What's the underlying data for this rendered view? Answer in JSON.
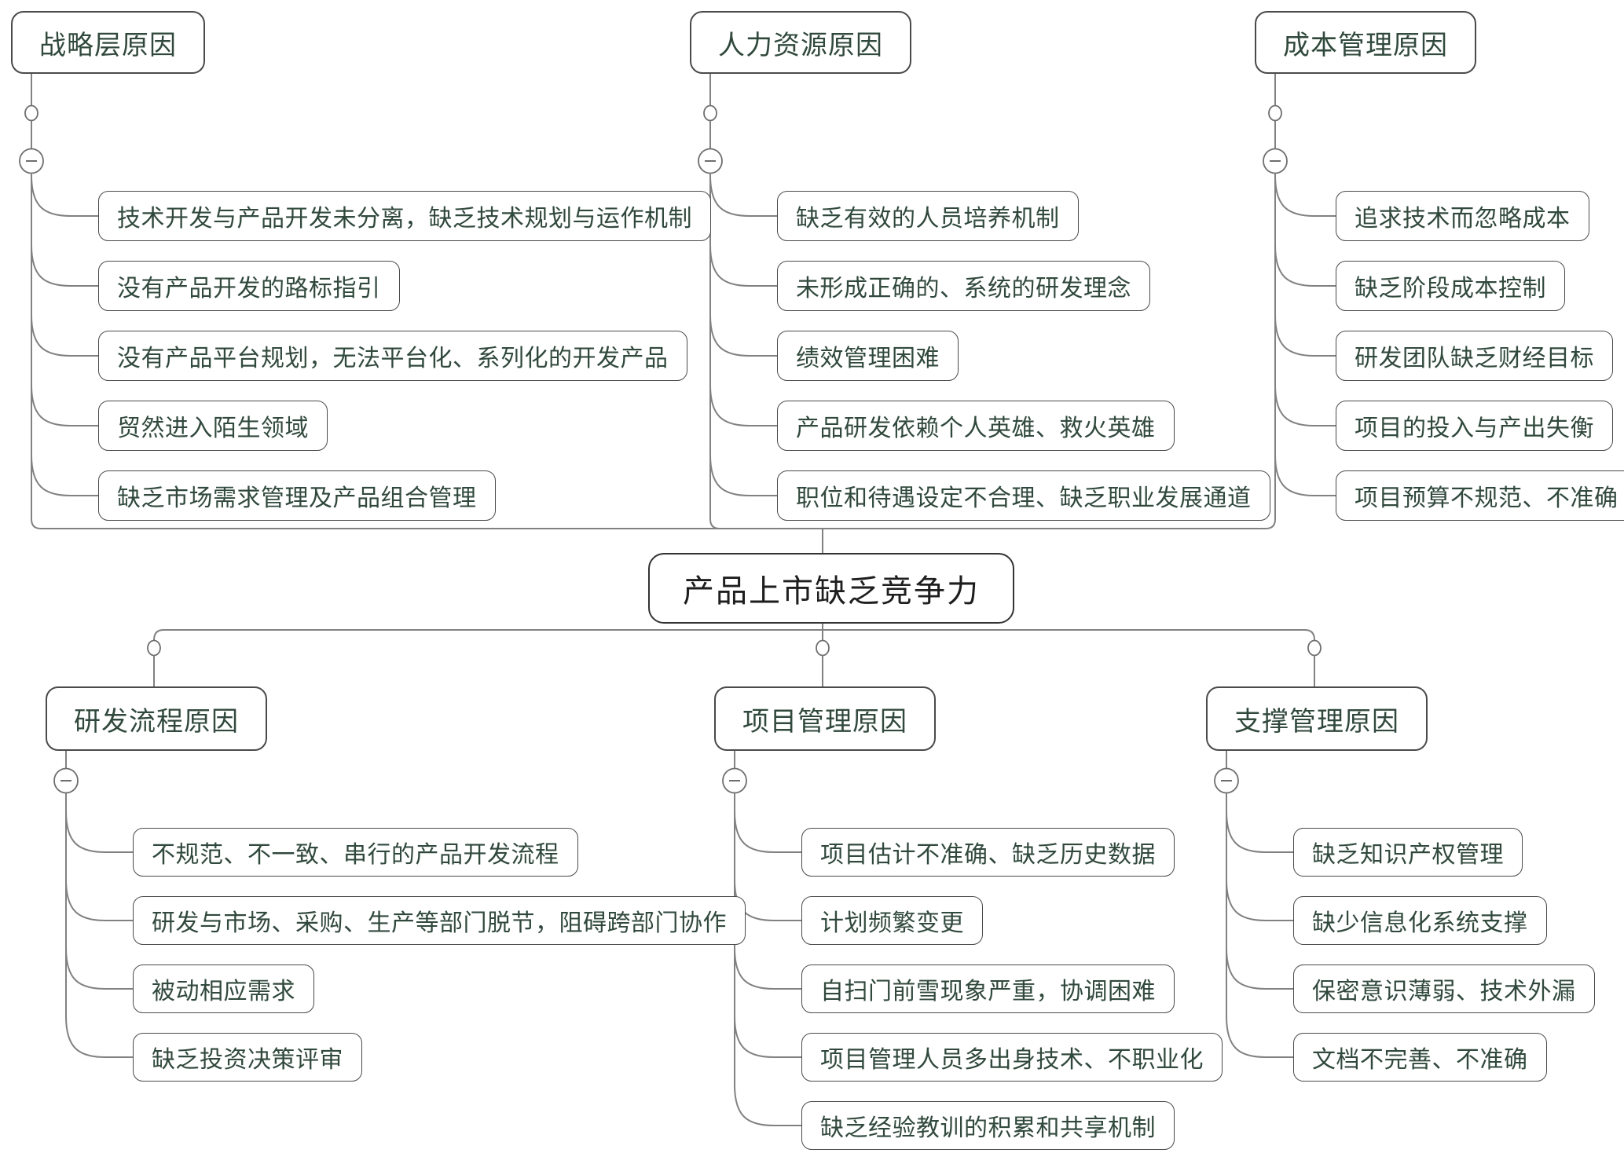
{
  "page": {
    "background": "#ffffff"
  },
  "colors": {
    "node_text": "#31493d",
    "center_text": "#1e1e1e",
    "node_border": "#4a4a4a",
    "center_border": "#333333",
    "line": "#818181",
    "circle_stroke": "#6e6e6e",
    "circle_fill": "#ffffff"
  },
  "icons": {
    "collapse": "−",
    "junction": "open-dot"
  },
  "center": {
    "label": "产品上市缺乏竞争力"
  },
  "branches": [
    {
      "id": "strategy",
      "label": "战略层原因",
      "position": "top-left",
      "children": [
        "技术开发与产品开发未分离，缺乏技术规划与运作机制",
        "没有产品开发的路标指引",
        "没有产品平台规划，无法平台化、系列化的开发产品",
        "贸然进入陌生领域",
        "缺乏市场需求管理及产品组合管理"
      ]
    },
    {
      "id": "hr",
      "label": "人力资源原因",
      "position": "top-middle",
      "children": [
        "缺乏有效的人员培养机制",
        "未形成正确的、系统的研发理念",
        "绩效管理困难",
        "产品研发依赖个人英雄、救火英雄",
        "职位和待遇设定不合理、缺乏职业发展通道"
      ]
    },
    {
      "id": "cost",
      "label": "成本管理原因",
      "position": "top-right",
      "children": [
        "追求技术而忽略成本",
        "缺乏阶段成本控制",
        "研发团队缺乏财经目标",
        "项目的投入与产出失衡",
        "项目预算不规范、不准确"
      ]
    },
    {
      "id": "process",
      "label": "研发流程原因",
      "position": "bottom-left",
      "children": [
        "不规范、不一致、串行的产品开发流程",
        "研发与市场、采购、生产等部门脱节，阻碍跨部门协作",
        "被动相应需求",
        "缺乏投资决策评审"
      ]
    },
    {
      "id": "project",
      "label": "项目管理原因",
      "position": "bottom-middle",
      "children": [
        "项目估计不准确、缺乏历史数据",
        "计划频繁变更",
        "自扫门前雪现象严重，协调困难",
        "项目管理人员多出身技术、不职业化",
        "缺乏经验教训的积累和共享机制"
      ]
    },
    {
      "id": "support",
      "label": "支撑管理原因",
      "position": "bottom-right",
      "children": [
        "缺乏知识产权管理",
        "缺少信息化系统支撑",
        "保密意识薄弱、技术外漏",
        "文档不完善、不准确"
      ]
    }
  ]
}
